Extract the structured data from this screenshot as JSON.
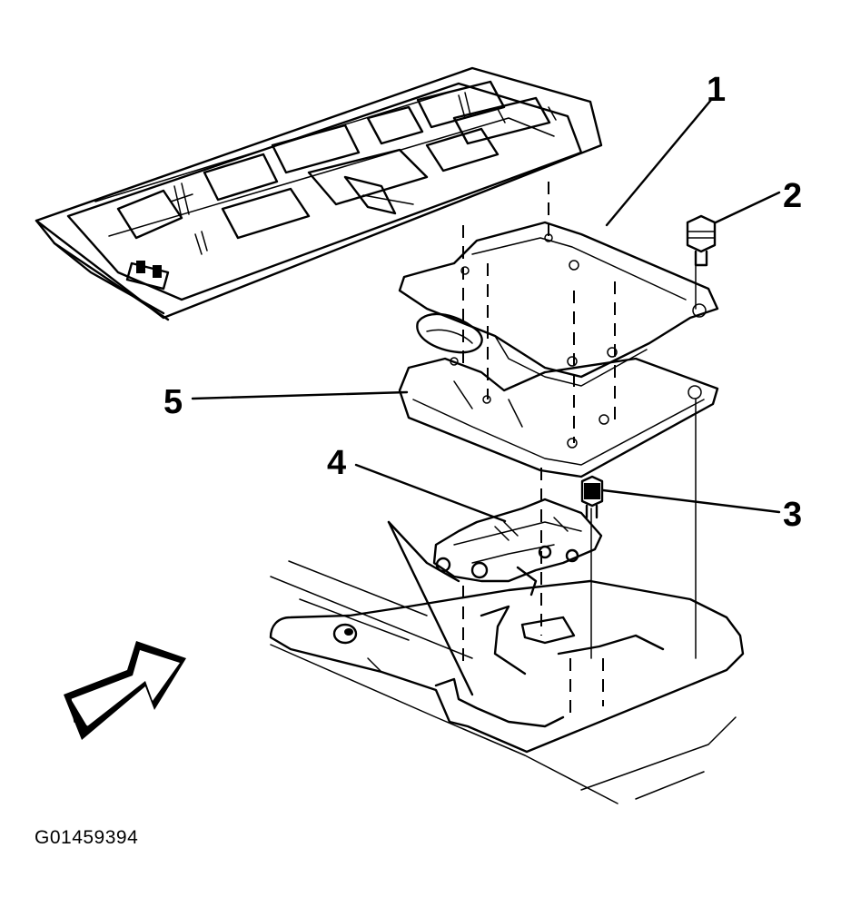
{
  "callouts": [
    {
      "id": "1",
      "label": "1"
    },
    {
      "id": "2",
      "label": "2"
    },
    {
      "id": "3",
      "label": "3"
    },
    {
      "id": "4",
      "label": "4"
    },
    {
      "id": "5",
      "label": "5"
    }
  ],
  "figure_id": "G01459394",
  "icons": {
    "direction_arrow": "front-direction-arrow-icon"
  },
  "colors": {
    "line": "#000000",
    "background": "#ffffff"
  }
}
